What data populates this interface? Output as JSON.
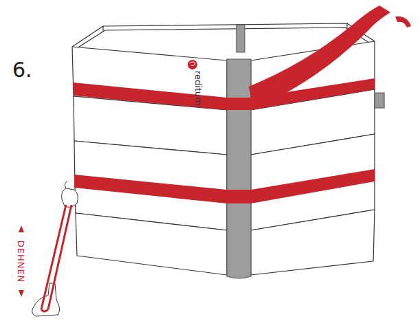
{
  "diagram": {
    "labels": [
      "6.",
      "DEHNEN",
      "reditum"
    ]
  }
}
